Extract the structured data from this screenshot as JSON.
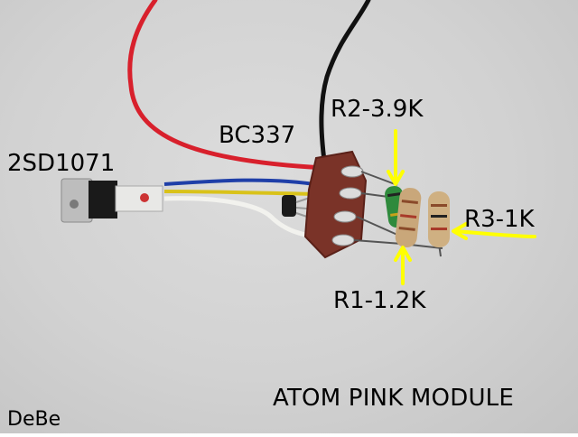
{
  "labels": {
    "transistor_power": "2SD1071",
    "transistor_small": "BC337",
    "resistor_r2": "R2-3.9K",
    "resistor_r3": "R3-1K",
    "resistor_r1": "R1-1.2K",
    "module_title": "ATOM  PINK MODULE",
    "author": "DeBe"
  },
  "colors": {
    "background": "#d4d4d4",
    "wire_red": "#d8202c",
    "wire_black": "#111111",
    "wire_blue": "#1f3fa8",
    "wire_yellow": "#d9c21a",
    "wire_white": "#f2f2ee",
    "board": "#7a3328",
    "arrow_yellow": "#ffff00"
  }
}
